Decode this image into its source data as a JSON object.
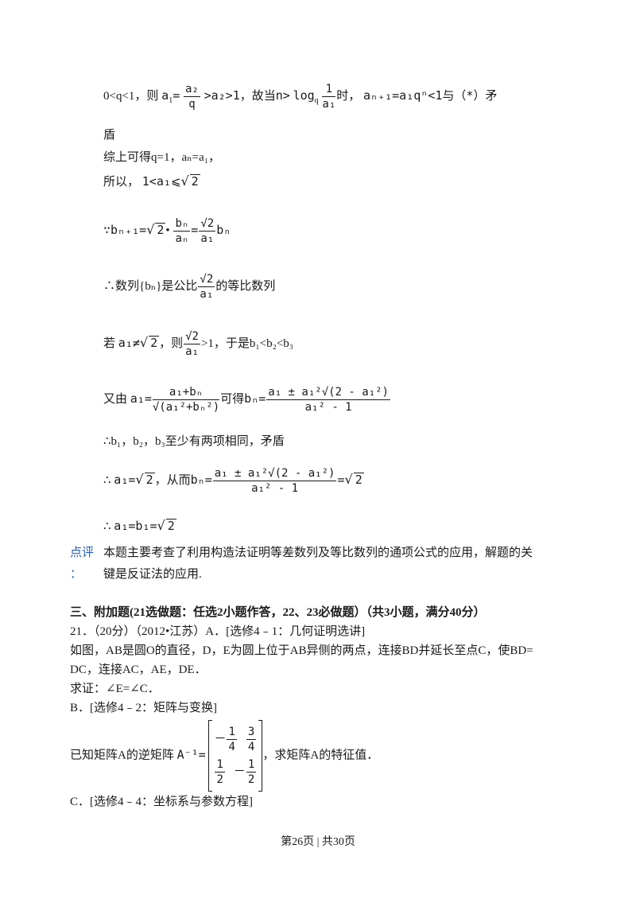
{
  "lines": {
    "l1_a": "0<q<1，则",
    "l1_b": "a",
    "l1_c": "=",
    "l1_frac_num": "a₂",
    "l1_frac_den": "q",
    "l1_d": ">a₂>1，故当n>",
    "l1_log": "log",
    "l1_log_sub": "q",
    "l1_log_num": "1",
    "l1_log_den": "a₁",
    "l1_e": "时，",
    "l1_f": "aₙ₊₁=a₁qⁿ<1与（*）矛",
    "l2": "盾",
    "l3": "综上可得q=1，aₙ=a₁，",
    "l4_a": "所以，",
    "l4_b": "1<a₁⩽",
    "l4_rad": "2",
    "l5_a": "∵bₙ₊₁=",
    "l5_rad": "2",
    "l5_b": "•",
    "l5_frac1_num": "bₙ",
    "l5_frac1_den": "aₙ",
    "l5_c": "=",
    "l5_frac2_num": "√2",
    "l5_frac2_den": "a₁",
    "l5_d": "bₙ",
    "l6_a": "∴数列{bₙ}是公比",
    "l6_num": "√2",
    "l6_den": "a₁",
    "l6_b": "的等比数列",
    "l7_a": "若",
    "l7_b": "a₁≠",
    "l7_rad": "2",
    "l7_c": "，则",
    "l7_num": "√2",
    "l7_den": "a₁",
    "l7_d": ">1，于是b₁<b₂<b₃",
    "l8_a": "又由",
    "l8_b": "a₁=",
    "l8_num1": "a₁+bₙ",
    "l8_den1": "√(a₁²+bₙ²)",
    "l8_c": "可得",
    "l8_d": "bₙ=",
    "l8_num2": "a₁ ± a₁²√(2 - a₁²)",
    "l8_den2": "a₁² - 1",
    "l9": "∴b₁，b₂，b₃至少有两项相同，矛盾",
    "l10_a": "∴",
    "l10_b": "a₁=",
    "l10_rad": "2",
    "l10_c": "，从而",
    "l10_d": "bₙ=",
    "l10_num": "a₁ ± a₁²√(2 - a₁²)",
    "l10_den": "a₁² - 1",
    "l10_e": "=",
    "l10_rad2": "2",
    "l11_a": "∴",
    "l11_b": "a₁=b₁=",
    "l11_rad": "2"
  },
  "comment": {
    "label_1": "点评",
    "label_2": "：",
    "text_1": "本题主要考查了利用构造法证明等差数列及等比数列的通项公式的应用，解题的关",
    "text_2": "键是反证法的应用."
  },
  "section": {
    "heading": "三、附加题(21选做题：任选2小题作答，22、23必做题）（共3小题，满分40分）",
    "q21_a": "21．（20分）（2012•江苏）A．[选修4﹣1：几何证明选讲]",
    "q21_b": "如图，AB是圆O的直径，D，E为圆上位于AB异侧的两点，连接BD并延长至点C，使BD=",
    "q21_c": "DC，连接AC，AE，DE．",
    "q21_d": "求证：∠E=∠C．",
    "q21_e": "B．[选修4﹣2：矩阵与变换]",
    "q21_f_a": "已知矩阵A的逆矩阵",
    "q21_f_b": "A",
    "q21_f_c": "⁻¹=",
    "q21_f_d": "，求矩阵A的特征值．",
    "m11_num": "1",
    "m11_den": "4",
    "m11_sign": "－",
    "m12_num": "3",
    "m12_den": "4",
    "m21_num": "1",
    "m21_den": "2",
    "m22_num": "1",
    "m22_den": "2",
    "m22_sign": "－",
    "q21_g": "C．[选修4﹣4：坐标系与参数方程]"
  },
  "footer": "第26页 | 共30页"
}
